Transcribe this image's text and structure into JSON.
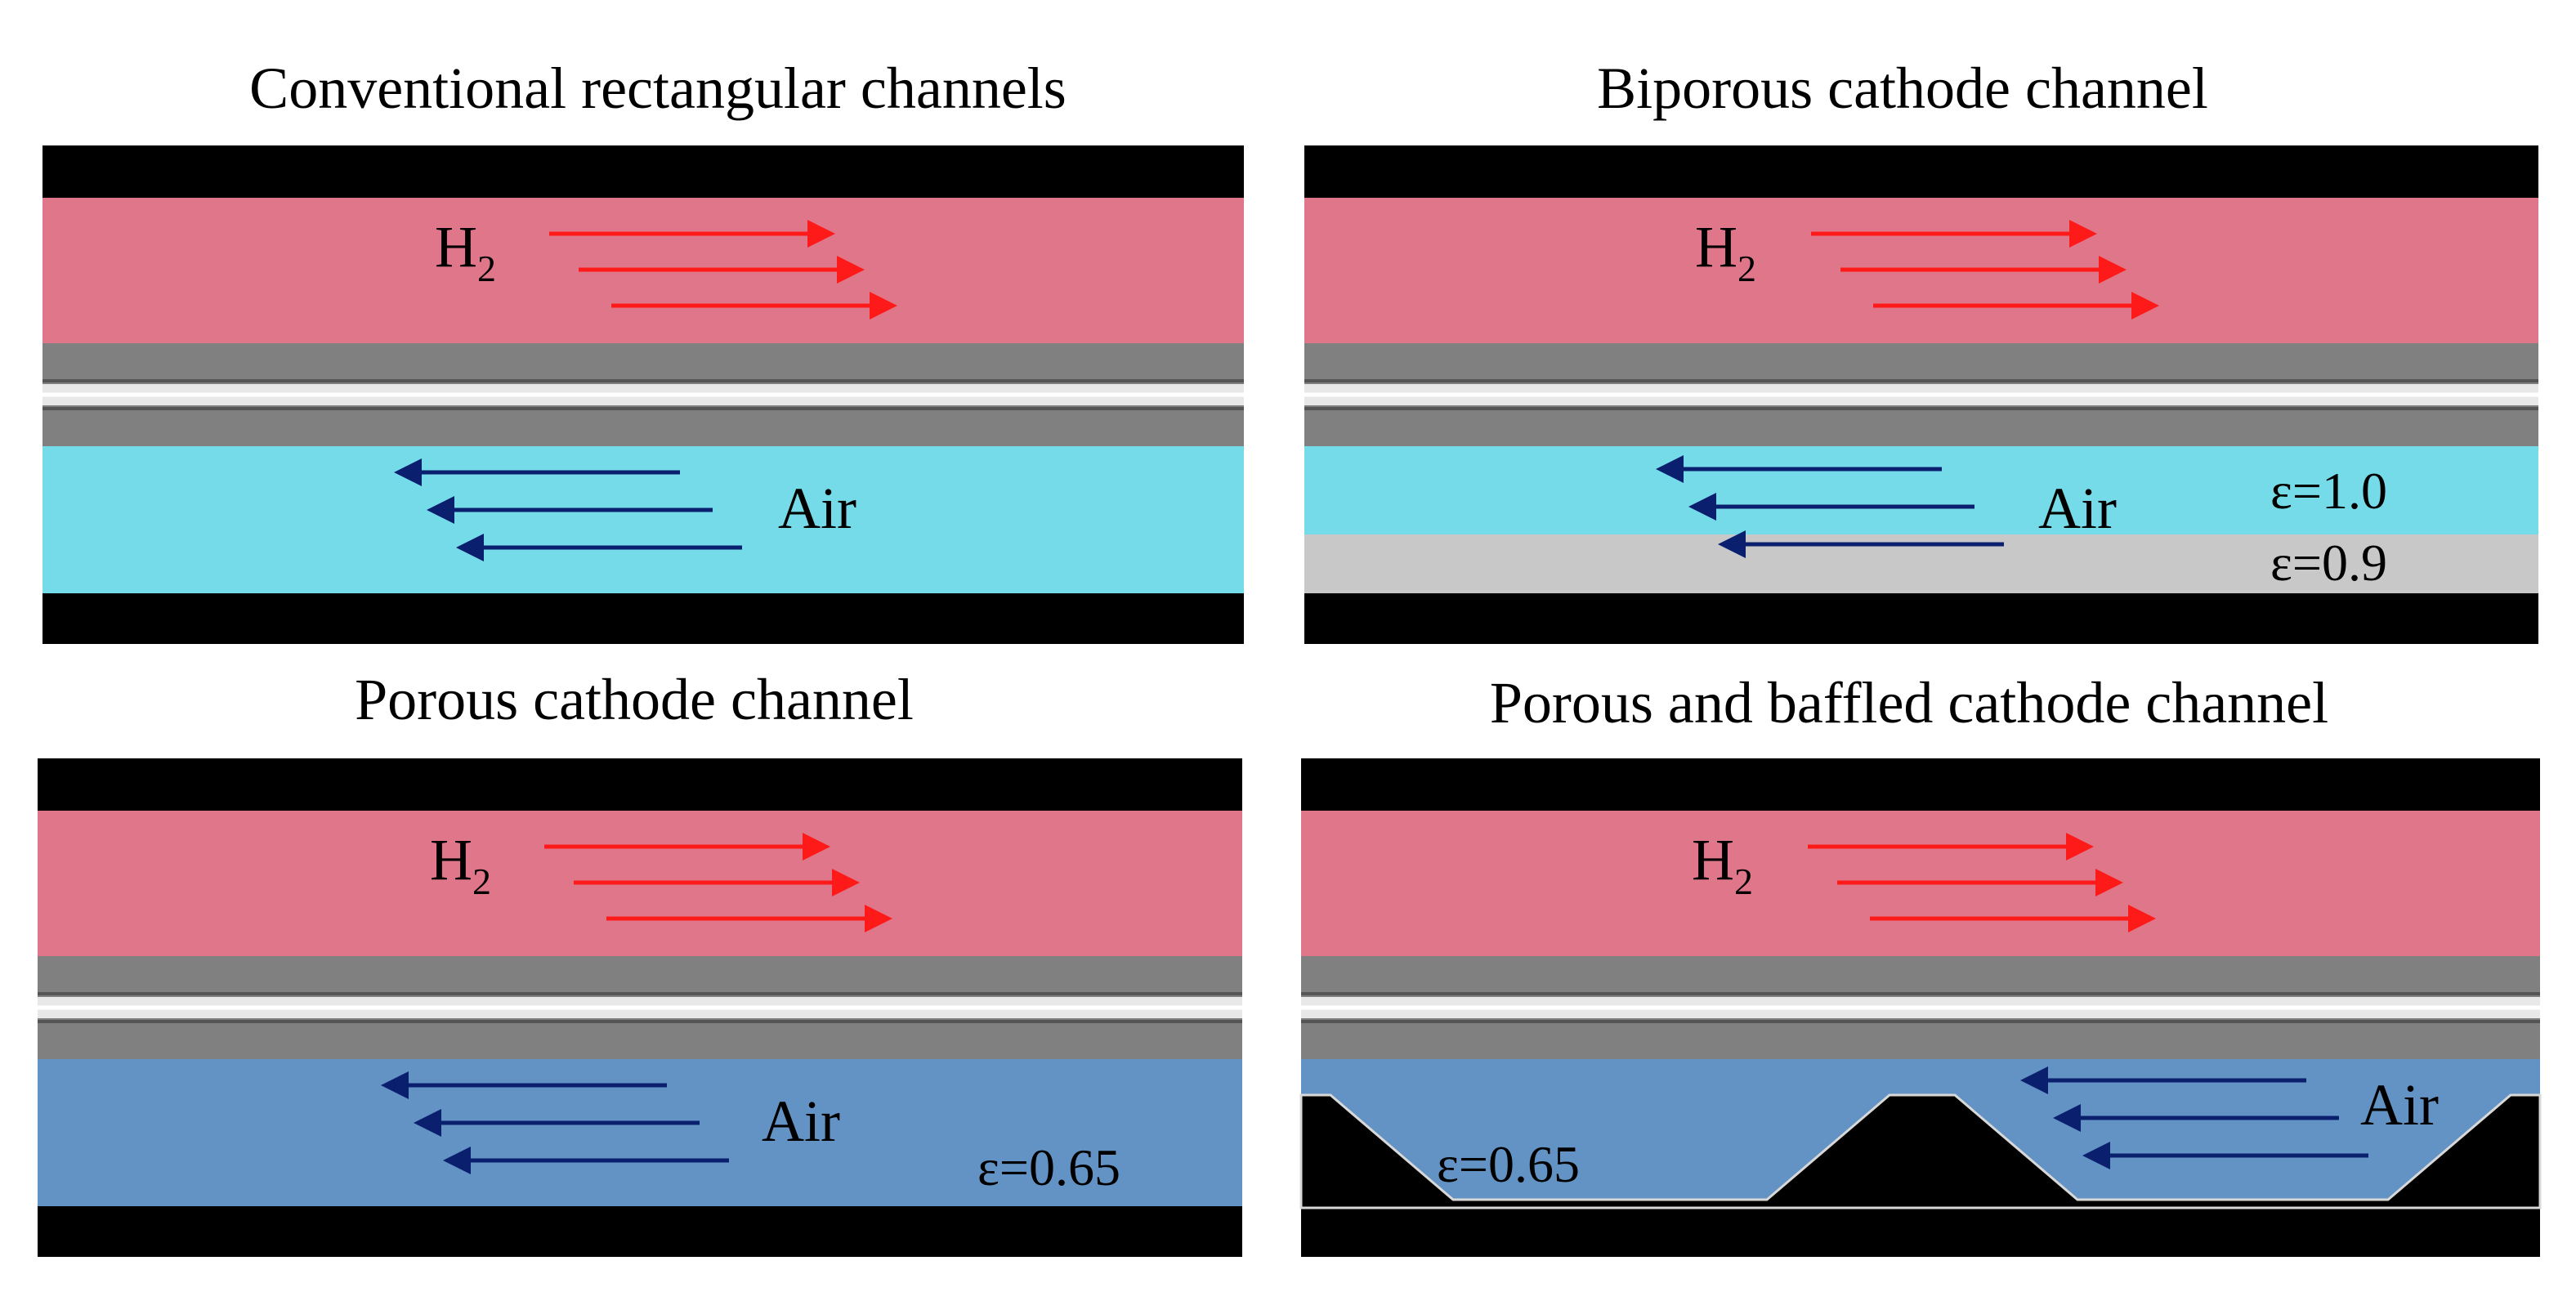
{
  "panels": [
    {
      "id": "conventional",
      "title": "Conventional rectangular channels",
      "fuel_label_main": "H",
      "fuel_label_sub": "2",
      "oxidant_label": "Air",
      "cathode_style": "channel",
      "eps_labels": []
    },
    {
      "id": "biporous",
      "title": "Biporous cathode channel",
      "fuel_label_main": "H",
      "fuel_label_sub": "2",
      "oxidant_label": "Air",
      "cathode_style": "biporous",
      "eps_labels": [
        "ε=1.0",
        "ε=0.9"
      ]
    },
    {
      "id": "porous",
      "title": "Porous cathode channel",
      "fuel_label_main": "H",
      "fuel_label_sub": "2",
      "oxidant_label": "Air",
      "cathode_style": "porous",
      "eps_labels": [
        "ε=0.65"
      ]
    },
    {
      "id": "baffled",
      "title": "Porous and baffled cathode channel",
      "fuel_label_main": "H",
      "fuel_label_sub": "2",
      "oxidant_label": "Air",
      "cathode_style": "baffled",
      "eps_labels": [
        "ε=0.65"
      ]
    }
  ],
  "colors": {
    "plate": "#000000",
    "anode_channel": "#e0768a",
    "gdl": "#808080",
    "membrane": "#e8e8e8",
    "cathode_channel": "#76dbe8",
    "porous_layer_light": "#c8c8c8",
    "porous_cathode": "#6293c4",
    "h2_arrow": "#ff1a1a",
    "air_arrow": "#0a1f6e"
  }
}
